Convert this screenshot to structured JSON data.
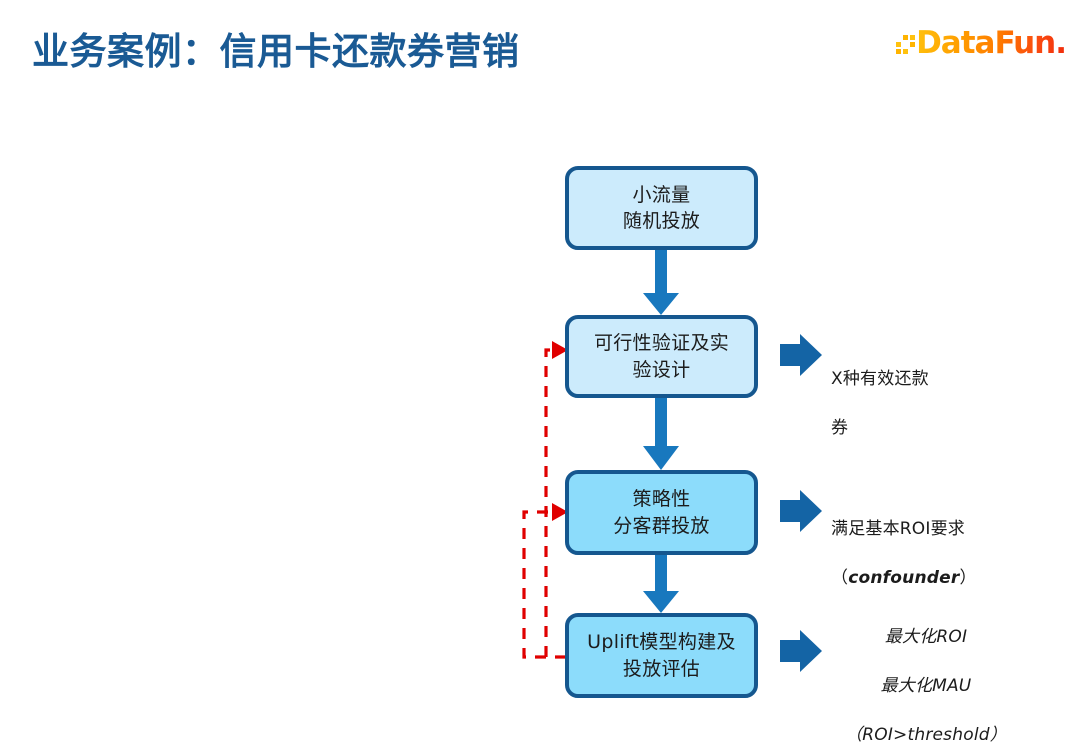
{
  "header": {
    "title": "业务案例：信用卡还款券营销",
    "title_color": "#1a5a94",
    "logo": {
      "name": "datafun-logo",
      "word": "DataFun.",
      "gradient_from": "#ffc20e",
      "gradient_to": "#f02b0c"
    }
  },
  "diagram": {
    "type": "flowchart",
    "orientation": "vertical",
    "colors": {
      "box_border": "#15578f",
      "box_fill_light": "#ccebfc",
      "box_fill_deep": "#8cdcfb",
      "connector_arrow": "#1878be",
      "output_arrow": "#1464a5",
      "feedback_line": "#e00000"
    },
    "nodes": [
      {
        "id": "step-1",
        "line1": "小流量",
        "line2": "随机投放",
        "tone": "light"
      },
      {
        "id": "step-2",
        "line1": "可行性验证及实",
        "line2": "验设计",
        "tone": "light"
      },
      {
        "id": "step-3",
        "line1": "策略性",
        "line2": "分客群投放",
        "tone": "deep"
      },
      {
        "id": "step-4",
        "line1": "Uplift模型构建及",
        "line2": "投放评估",
        "tone": "deep"
      }
    ],
    "outputs": [
      {
        "id": "output-1",
        "from": "step-2",
        "line1": "X种有效还款",
        "line2": "券"
      },
      {
        "id": "output-2",
        "from": "step-3",
        "line1": "满足基本ROI要求",
        "line2_prefix": "（",
        "line2_emph": "confounder",
        "line2_suffix": "）"
      },
      {
        "id": "output-3",
        "from": "step-4",
        "line1": "最大化ROI",
        "line2": "最大化MAU",
        "line3": "（ROI>threshold）"
      }
    ],
    "feedback_edges": [
      {
        "id": "feedback-to-step-2",
        "from": "step-4",
        "to": "step-2",
        "style": "dashed",
        "color": "#e00000"
      },
      {
        "id": "feedback-to-step-3",
        "from": "step-4",
        "to": "step-3",
        "style": "dashed",
        "color": "#e00000"
      }
    ],
    "flow_edges": [
      {
        "id": "flow-1-2",
        "from": "step-1",
        "to": "step-2"
      },
      {
        "id": "flow-2-3",
        "from": "step-2",
        "to": "step-3"
      },
      {
        "id": "flow-3-4",
        "from": "step-3",
        "to": "step-4"
      }
    ]
  }
}
